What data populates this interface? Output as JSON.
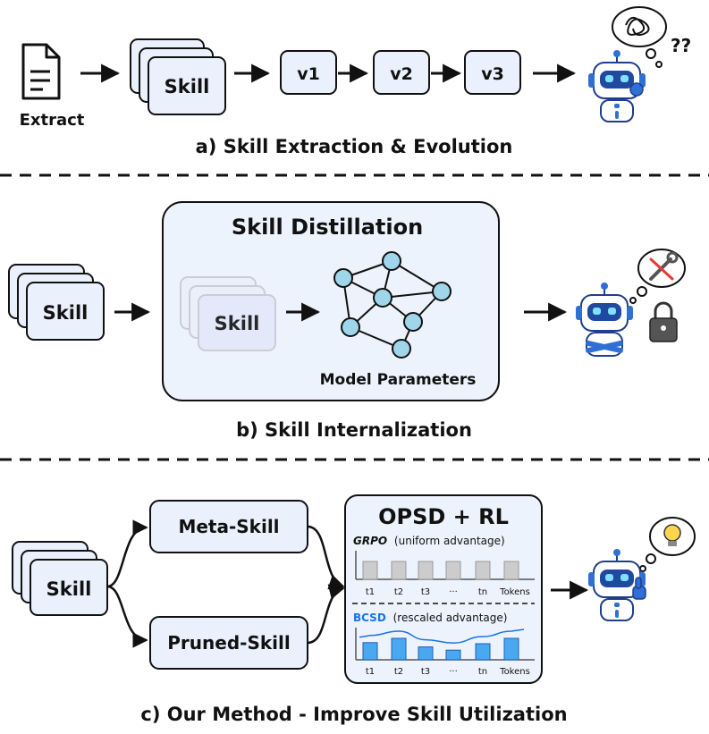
{
  "section_a": {
    "extract_label": "Extract",
    "skill_label": "Skill",
    "versions": [
      "v1",
      "v2",
      "v3"
    ],
    "confused_marks": "??",
    "caption": "a) Skill Extraction & Evolution"
  },
  "section_b": {
    "skill_label": "Skill",
    "panel_title": "Skill Distillation",
    "inner_skill_label": "Skill",
    "model_params_label": "Model Parameters",
    "caption": "b) Skill Internalization"
  },
  "section_c": {
    "skill_label": "Skill",
    "meta_skill_label": "Meta-Skill",
    "pruned_skill_label": "Pruned-Skill",
    "panel_title": "OPSD + RL",
    "grpo": {
      "name": "GRPO",
      "desc": "(uniform advantage)",
      "ticks": [
        "t1",
        "t2",
        "t3",
        "···",
        "tn",
        "Tokens"
      ],
      "values": [
        1,
        1,
        1,
        1,
        1,
        1
      ],
      "color": "#cccccc"
    },
    "bcsd": {
      "name": "BCSD",
      "desc": "(rescaled advantage)",
      "ticks": [
        "t1",
        "t2",
        "t3",
        "···",
        "tn",
        "Tokens"
      ],
      "values": [
        0.8,
        1.0,
        0.6,
        0.45,
        0.75,
        1.0
      ],
      "color": "#4aa8f0"
    },
    "caption": "c) Our Method - Improve Skill Utilization"
  },
  "colors": {
    "card_fill": "#eaf1fd",
    "panel_fill": "#edf3fd",
    "node_fill": "#9fd6ea",
    "robot_blue": "#2f6fd6",
    "bcsd_label": "#1a73e8"
  }
}
